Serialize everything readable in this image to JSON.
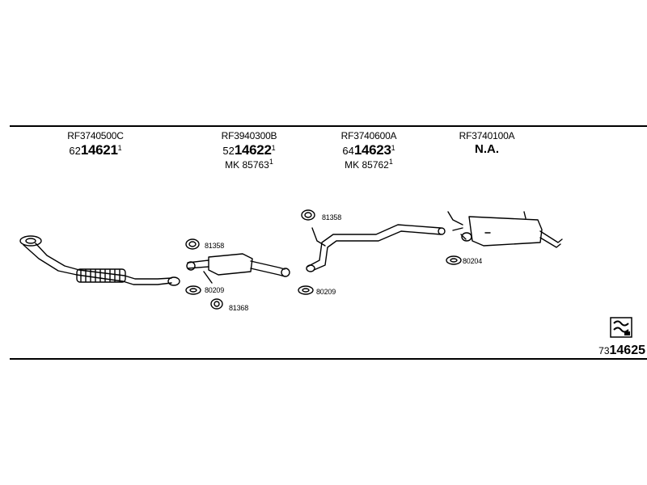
{
  "parts": [
    {
      "code": "RF3740500C",
      "prefix": "62",
      "number": "14621",
      "sup": "1",
      "mk": ""
    },
    {
      "code": "RF3940300B",
      "prefix": "52",
      "number": "14622",
      "sup": "1",
      "mk": "MK  85763",
      "mk_sup": "1"
    },
    {
      "code": "RF3740600A",
      "prefix": "64",
      "number": "14623",
      "sup": "1",
      "mk": "MK  85762",
      "mk_sup": "1"
    },
    {
      "code": "RF3740100A",
      "na": "N.A."
    }
  ],
  "refs": {
    "r1": "81358",
    "r2": "80209",
    "r3": "81368",
    "r4": "81358",
    "r5": "80209",
    "r6": "80204"
  },
  "diagram": {
    "prefix": "73",
    "number": "14625"
  },
  "icons": [
    "manual-book-icon"
  ]
}
